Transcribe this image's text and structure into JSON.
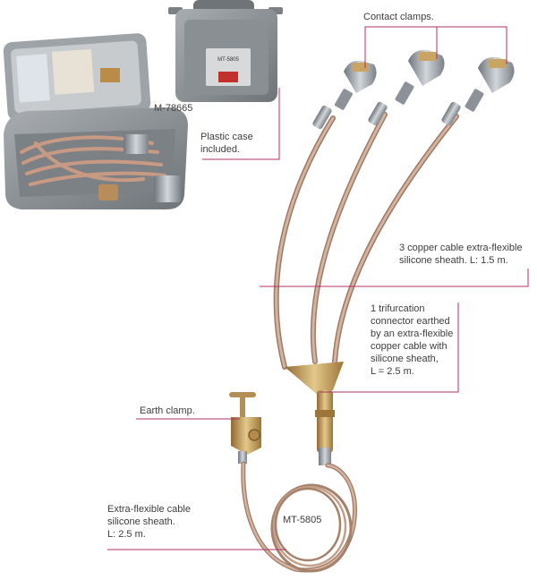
{
  "labels": {
    "contact_clamps": "Contact clamps.",
    "case_code": "M-78665",
    "plastic_case": [
      "Plastic case",
      "included."
    ],
    "copper_cables": [
      "3 copper cable extra-flexible",
      "silicone sheath. L: 1.5 m."
    ],
    "trifurcation": [
      "1 trifurcation",
      "connector earthed",
      "by an extra-flexible",
      "copper cable with",
      "silicone sheath,",
      "L = 2.5 m."
    ],
    "earth_clamp": "Earth clamp.",
    "extra_flexible": [
      "Extra-flexible cable",
      "silicone sheath.",
      "L: 2.5 m."
    ],
    "product_code": "MT-5805",
    "case_lid_badge": "MT-5805"
  },
  "colors": {
    "leader_line": "#b0306a",
    "cable": "#c9a48c",
    "cable_shadow": "#9d7a66",
    "case_grey": "#8d9296",
    "brass": "#c9a463",
    "steel": "#a7adb3"
  }
}
